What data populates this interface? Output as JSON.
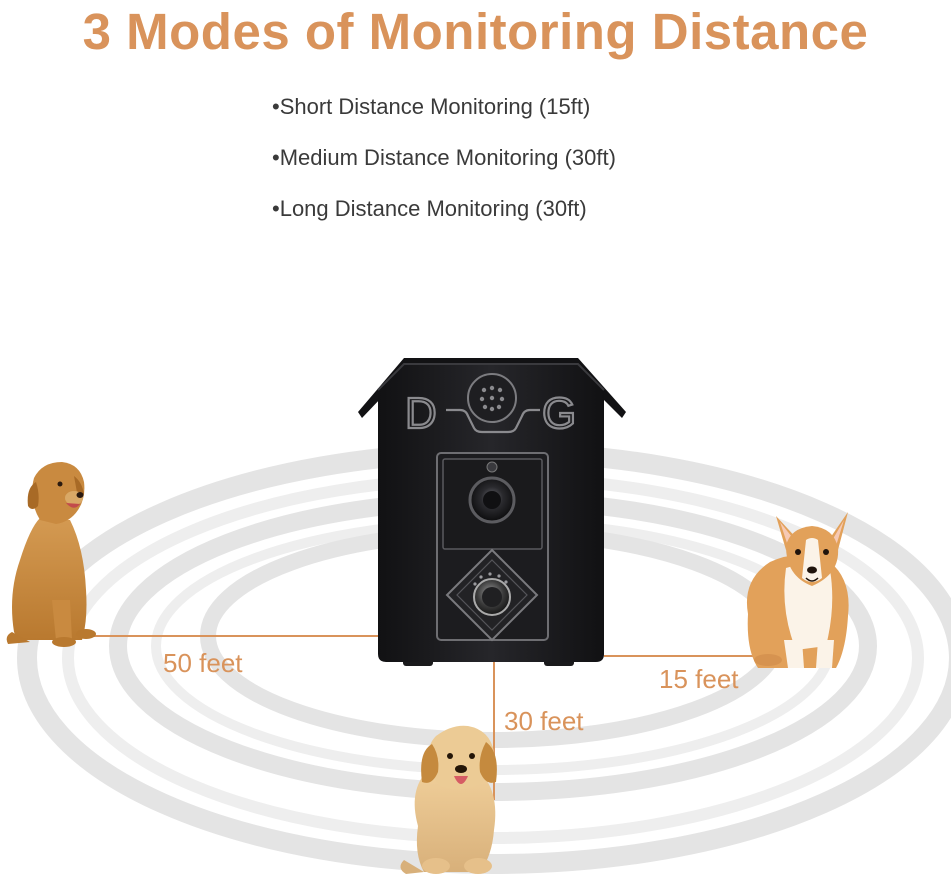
{
  "headline": "3 Modes of Monitoring Distance",
  "modes": [
    "•Short Distance Monitoring (15ft)",
    "•Medium Distance Monitoring (30ft)",
    "•Long Distance Monitoring (30ft)"
  ],
  "distances": {
    "long": "50 feet",
    "medium": "30 feet",
    "short": "15 feet"
  },
  "device": {
    "logo_left": "D",
    "logo_right": "G"
  },
  "colors": {
    "accent": "#d9935b",
    "text": "#3a3a3a",
    "device_body": "#1b1b1d",
    "rings": "#e4e4e4"
  }
}
